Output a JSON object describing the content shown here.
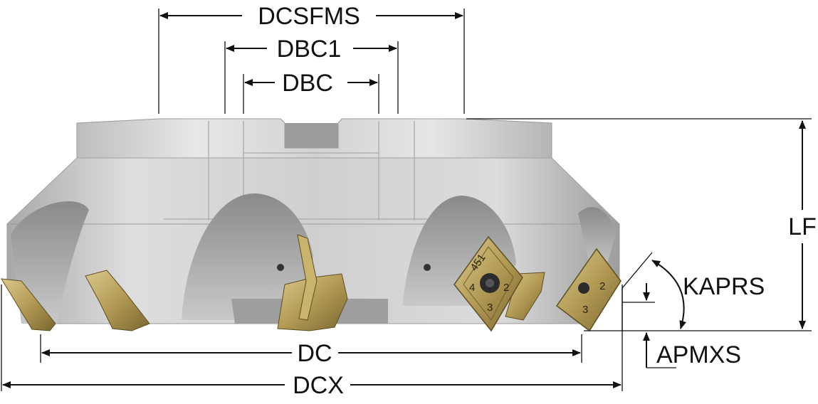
{
  "dimensions": {
    "dcsfms": "DCSFMS",
    "dbc1": "DBC1",
    "dbc": "DBC",
    "lf": "LF",
    "kaprs": "KAPRS",
    "apmxs": "APMXS",
    "dc": "DC",
    "dcx": "DCX"
  },
  "insert_markings": {
    "edge_top": "451",
    "edge_left": "4",
    "edge_right": "2",
    "edge_bottom": "3"
  },
  "colors": {
    "body_light": "#e4e4e4",
    "body_mid": "#c2c2c2",
    "body_dark": "#8f8f8f",
    "insert_gold": "#b7a25e",
    "insert_dark": "#6e5f2e",
    "dimension_line": "#111111"
  }
}
